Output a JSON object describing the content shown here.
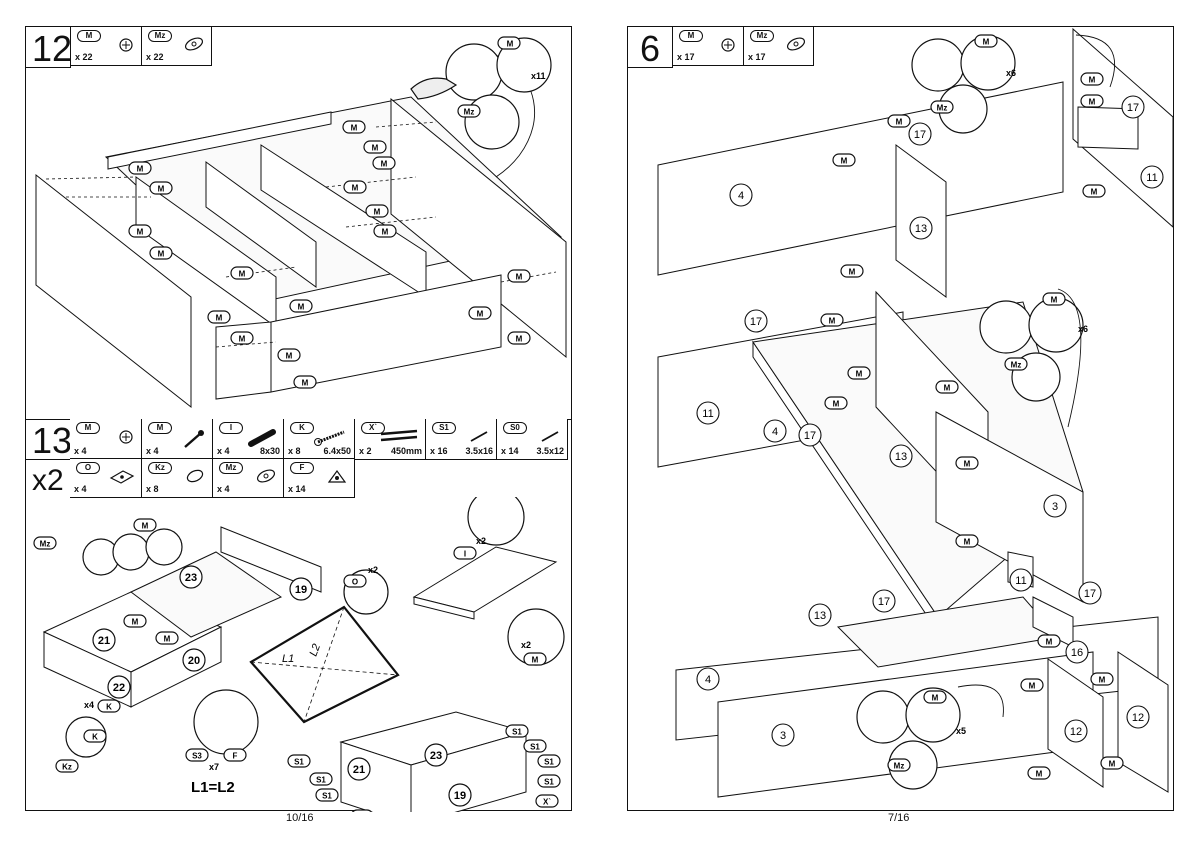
{
  "left_page": {
    "footer": "10/16",
    "step12": {
      "number": "12",
      "parts": [
        {
          "code": "M",
          "qty": "x 22",
          "icon": "cam-lock-icon"
        },
        {
          "code": "Mz",
          "qty": "x 22",
          "icon": "cam-cover-icon"
        }
      ],
      "callout_qty": "x11"
    },
    "step13": {
      "number": "13",
      "multiplier": "x2",
      "parts_row1": [
        {
          "code": "M",
          "qty": "x 4",
          "spec": "",
          "icon": "cam-lock-icon"
        },
        {
          "code": "M",
          "qty": "x 4",
          "spec": "",
          "icon": "cam-bolt-icon"
        },
        {
          "code": "I",
          "qty": "x 4",
          "spec": "8x30",
          "icon": "dowel-icon"
        },
        {
          "code": "K",
          "qty": "x 8",
          "spec": "6.4x50",
          "icon": "screw-icon"
        },
        {
          "code": "X`",
          "qty": "x 2",
          "spec": "450mm",
          "icon": "rail-icon"
        },
        {
          "code": "S1",
          "qty": "x 16",
          "spec": "3.5x16",
          "icon": "small-screw-icon"
        },
        {
          "code": "S0",
          "qty": "x 14",
          "spec": "3.5x12",
          "icon": "small-screw-icon"
        }
      ],
      "parts_row2": [
        {
          "code": "O",
          "qty": "x 4",
          "icon": "bracket-icon"
        },
        {
          "code": "Kz",
          "qty": "x 8",
          "icon": "cap-icon"
        },
        {
          "code": "Mz",
          "qty": "x 4",
          "icon": "cam-cover-icon"
        },
        {
          "code": "F",
          "qty": "x 14",
          "icon": "foot-icon"
        }
      ],
      "equation": "L1=L2",
      "labels": [
        "23",
        "19",
        "21",
        "20",
        "22",
        "21",
        "23",
        "19"
      ],
      "l1": "L1",
      "l2": "L2",
      "x2a": "x2",
      "x2b": "x2",
      "x2c": "x2",
      "x4": "x4",
      "x7": "x7",
      "s3": "S3",
      "f": "F"
    }
  },
  "right_page": {
    "footer": "7/16",
    "step6": {
      "number": "6",
      "parts": [
        {
          "code": "M",
          "qty": "x 17",
          "icon": "cam-lock-icon"
        },
        {
          "code": "Mz",
          "qty": "x 17",
          "icon": "cam-cover-icon"
        }
      ],
      "callout_qty": [
        "x6",
        "x6",
        "x5"
      ],
      "labels_top": [
        "17",
        "4",
        "17",
        "13",
        "11"
      ],
      "labels_mid": [
        "17",
        "11",
        "4",
        "17",
        "13",
        "3"
      ],
      "labels_bot": [
        "11",
        "17",
        "13",
        "17",
        "16",
        "4",
        "3",
        "12",
        "12"
      ]
    }
  }
}
